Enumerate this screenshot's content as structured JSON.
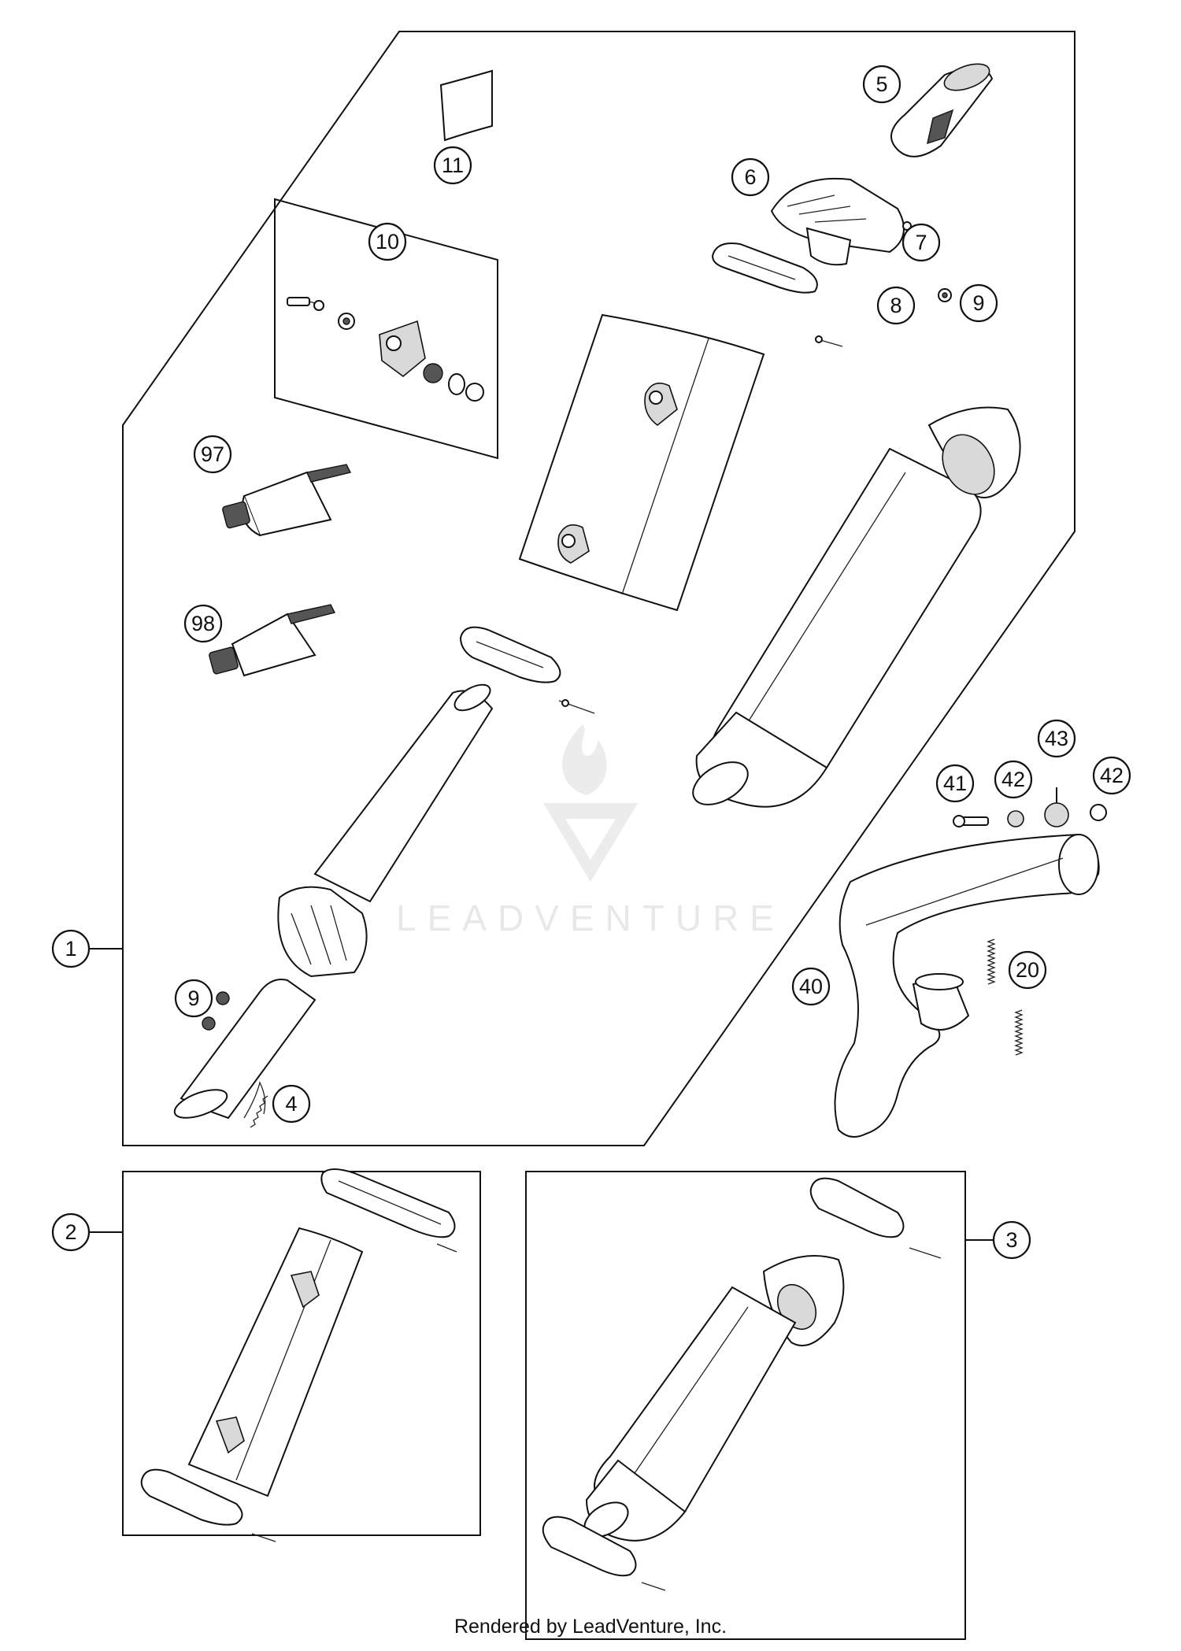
{
  "watermark": {
    "text": "LEADVENTURE"
  },
  "footer": {
    "text": "Rendered by LeadVenture, Inc."
  },
  "callouts": {
    "c1": "1",
    "c2": "2",
    "c3": "3",
    "c4": "4",
    "c5": "5",
    "c6": "6",
    "c7": "7",
    "c8": "8",
    "c9a": "9",
    "c9b": "9",
    "c10": "10",
    "c11": "11",
    "c20": "20",
    "c40": "40",
    "c41": "41",
    "c42a": "42",
    "c42b": "42",
    "c43": "43",
    "c97": "97",
    "c98": "98"
  }
}
